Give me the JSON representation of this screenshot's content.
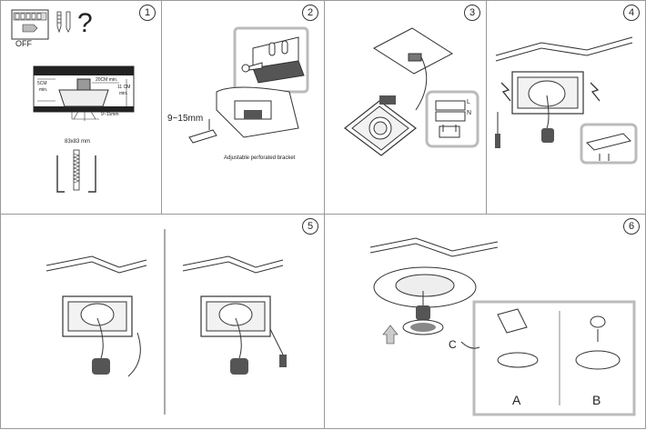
{
  "steps": [
    "1",
    "2",
    "3",
    "4",
    "5",
    "6"
  ],
  "step1": {
    "off_label": "OFF",
    "question": "?",
    "dim_5cm": "5CM",
    "dim_5cm_min": "min.",
    "dim_20cm": "20CM min.",
    "dim_11cm": "11 CM",
    "dim_11cm_min": "min.",
    "dim_thickness": "9~15mm",
    "cutout": "83x83 mm"
  },
  "step2": {
    "thickness": "9~15mm",
    "caption": "Adjustable perforated bracket"
  },
  "step3": {
    "terminal_l": "L",
    "terminal_n": "N"
  },
  "step6": {
    "label_a": "A",
    "label_b": "B",
    "label_c": "C"
  },
  "colors": {
    "line": "#333333",
    "grey_fill": "#d9d9d9",
    "callout": "#bdbdbd"
  }
}
